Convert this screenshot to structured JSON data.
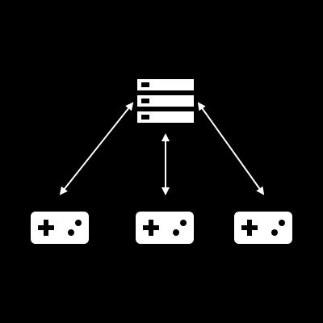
{
  "colors": {
    "background": "#000000",
    "foreground": "#ffffff"
  },
  "nodes": {
    "server": {
      "icon": "server-rack-icon",
      "units": 3
    },
    "clients": [
      {
        "icon": "gamepad-icon"
      },
      {
        "icon": "gamepad-icon"
      },
      {
        "icon": "gamepad-icon"
      }
    ]
  },
  "connections": [
    {
      "from": "server",
      "to": "client-1",
      "direction": "bidirectional"
    },
    {
      "from": "server",
      "to": "client-2",
      "direction": "bidirectional"
    },
    {
      "from": "server",
      "to": "client-3",
      "direction": "bidirectional"
    }
  ]
}
